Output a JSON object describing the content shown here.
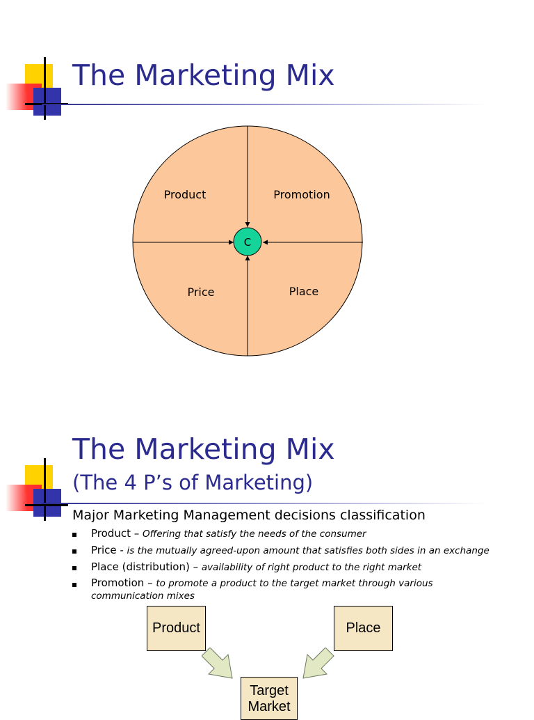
{
  "slide1": {
    "title": "The Marketing Mix",
    "diagram": {
      "center": "C",
      "quadrants": {
        "top_left": "Product",
        "top_right": "Promotion",
        "bottom_left": "Price",
        "bottom_right": "Place"
      },
      "colors": {
        "circle_fill": "#fcc89b",
        "center_fill": "#14d49a"
      }
    }
  },
  "slide2": {
    "title": "The Marketing Mix",
    "subtitle": "(The 4 P’s of Marketing)",
    "intro": "Major Marketing Management decisions classification",
    "bullets": [
      {
        "term": "Product – ",
        "definition": "Offering that satisfy the needs of the consumer"
      },
      {
        "term": "Price - ",
        "definition": "is the mutually agreed-upon amount that satisfies both sides in an exchange"
      },
      {
        "term": "Place (distribution) – ",
        "definition": "availability of right product to the right market"
      },
      {
        "term": "Promotion – ",
        "definition": "to promote a product to the target market through various communication mixes"
      }
    ],
    "flow": {
      "product": "Product",
      "place": "Place",
      "target_market": "Target Market",
      "colors": {
        "box_fill": "#f5e6c4",
        "arrow_fill": "#e2e8c4"
      }
    }
  }
}
